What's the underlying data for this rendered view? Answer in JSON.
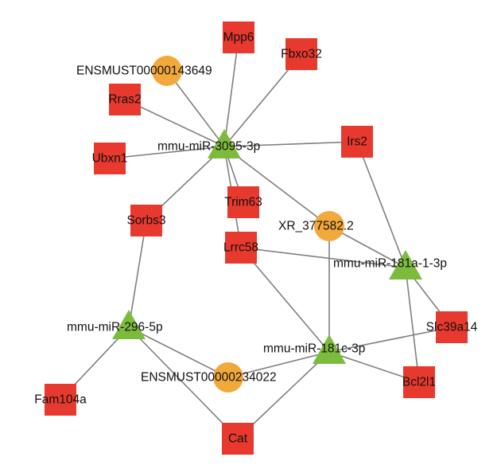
{
  "colors": {
    "gene_node": "#e8392f",
    "mirna_node": "#7dbb3c",
    "lncrna_node": "#f2a93b",
    "edge": "#7f7f7f"
  },
  "nodes": [
    {
      "id": "mpp6",
      "label": "Mpp6",
      "shape": "square"
    },
    {
      "id": "fbxo32",
      "label": "Fbxo32",
      "shape": "square"
    },
    {
      "id": "ens143649",
      "label": "ENSMUST00000143649",
      "shape": "circle"
    },
    {
      "id": "rras2",
      "label": "Rras2",
      "shape": "square"
    },
    {
      "id": "mir3095",
      "label": "mmu-miR-3095-3p",
      "shape": "triangle"
    },
    {
      "id": "ubxn1",
      "label": "Ubxn1",
      "shape": "square"
    },
    {
      "id": "irs2",
      "label": "Irs2",
      "shape": "square"
    },
    {
      "id": "trim63",
      "label": "Trim63",
      "shape": "square"
    },
    {
      "id": "sorbs3",
      "label": "Sorbs3",
      "shape": "square"
    },
    {
      "id": "xr377582",
      "label": "XR_377582.2",
      "shape": "circle"
    },
    {
      "id": "lrrc58",
      "label": "Lrrc58",
      "shape": "square"
    },
    {
      "id": "mir181a",
      "label": "mmu-miR-181a-1-3p",
      "shape": "triangle"
    },
    {
      "id": "mir296",
      "label": "mmu-miR-296-5p",
      "shape": "triangle"
    },
    {
      "id": "slc39a14",
      "label": "Slc39a14",
      "shape": "square"
    },
    {
      "id": "mir181c",
      "label": "mmu-miR-181c-3p",
      "shape": "triangle"
    },
    {
      "id": "ens234022",
      "label": "ENSMUST00000234022",
      "shape": "circle"
    },
    {
      "id": "bcl2l1",
      "label": "Bcl2l1",
      "shape": "square"
    },
    {
      "id": "fam104a",
      "label": "Fam104a",
      "shape": "square"
    },
    {
      "id": "cat",
      "label": "Cat",
      "shape": "square"
    }
  ],
  "edges": [
    [
      "mir3095",
      "mpp6"
    ],
    [
      "mir3095",
      "fbxo32"
    ],
    [
      "mir3095",
      "ens143649"
    ],
    [
      "mir3095",
      "rras2"
    ],
    [
      "mir3095",
      "ubxn1"
    ],
    [
      "mir3095",
      "irs2"
    ],
    [
      "mir3095",
      "trim63"
    ],
    [
      "mir3095",
      "sorbs3"
    ],
    [
      "mir3095",
      "xr377582"
    ],
    [
      "mir3095",
      "lrrc58"
    ],
    [
      "mir181a",
      "irs2"
    ],
    [
      "mir181a",
      "xr377582"
    ],
    [
      "mir181a",
      "lrrc58"
    ],
    [
      "mir181a",
      "slc39a14"
    ],
    [
      "mir181a",
      "bcl2l1"
    ],
    [
      "mir181c",
      "xr377582"
    ],
    [
      "mir181c",
      "lrrc58"
    ],
    [
      "mir181c",
      "slc39a14"
    ],
    [
      "mir181c",
      "bcl2l1"
    ],
    [
      "mir181c",
      "ens234022"
    ],
    [
      "mir181c",
      "cat"
    ],
    [
      "mir296",
      "sorbs3"
    ],
    [
      "mir296",
      "fam104a"
    ],
    [
      "mir296",
      "ens234022"
    ],
    [
      "mir296",
      "cat"
    ]
  ]
}
